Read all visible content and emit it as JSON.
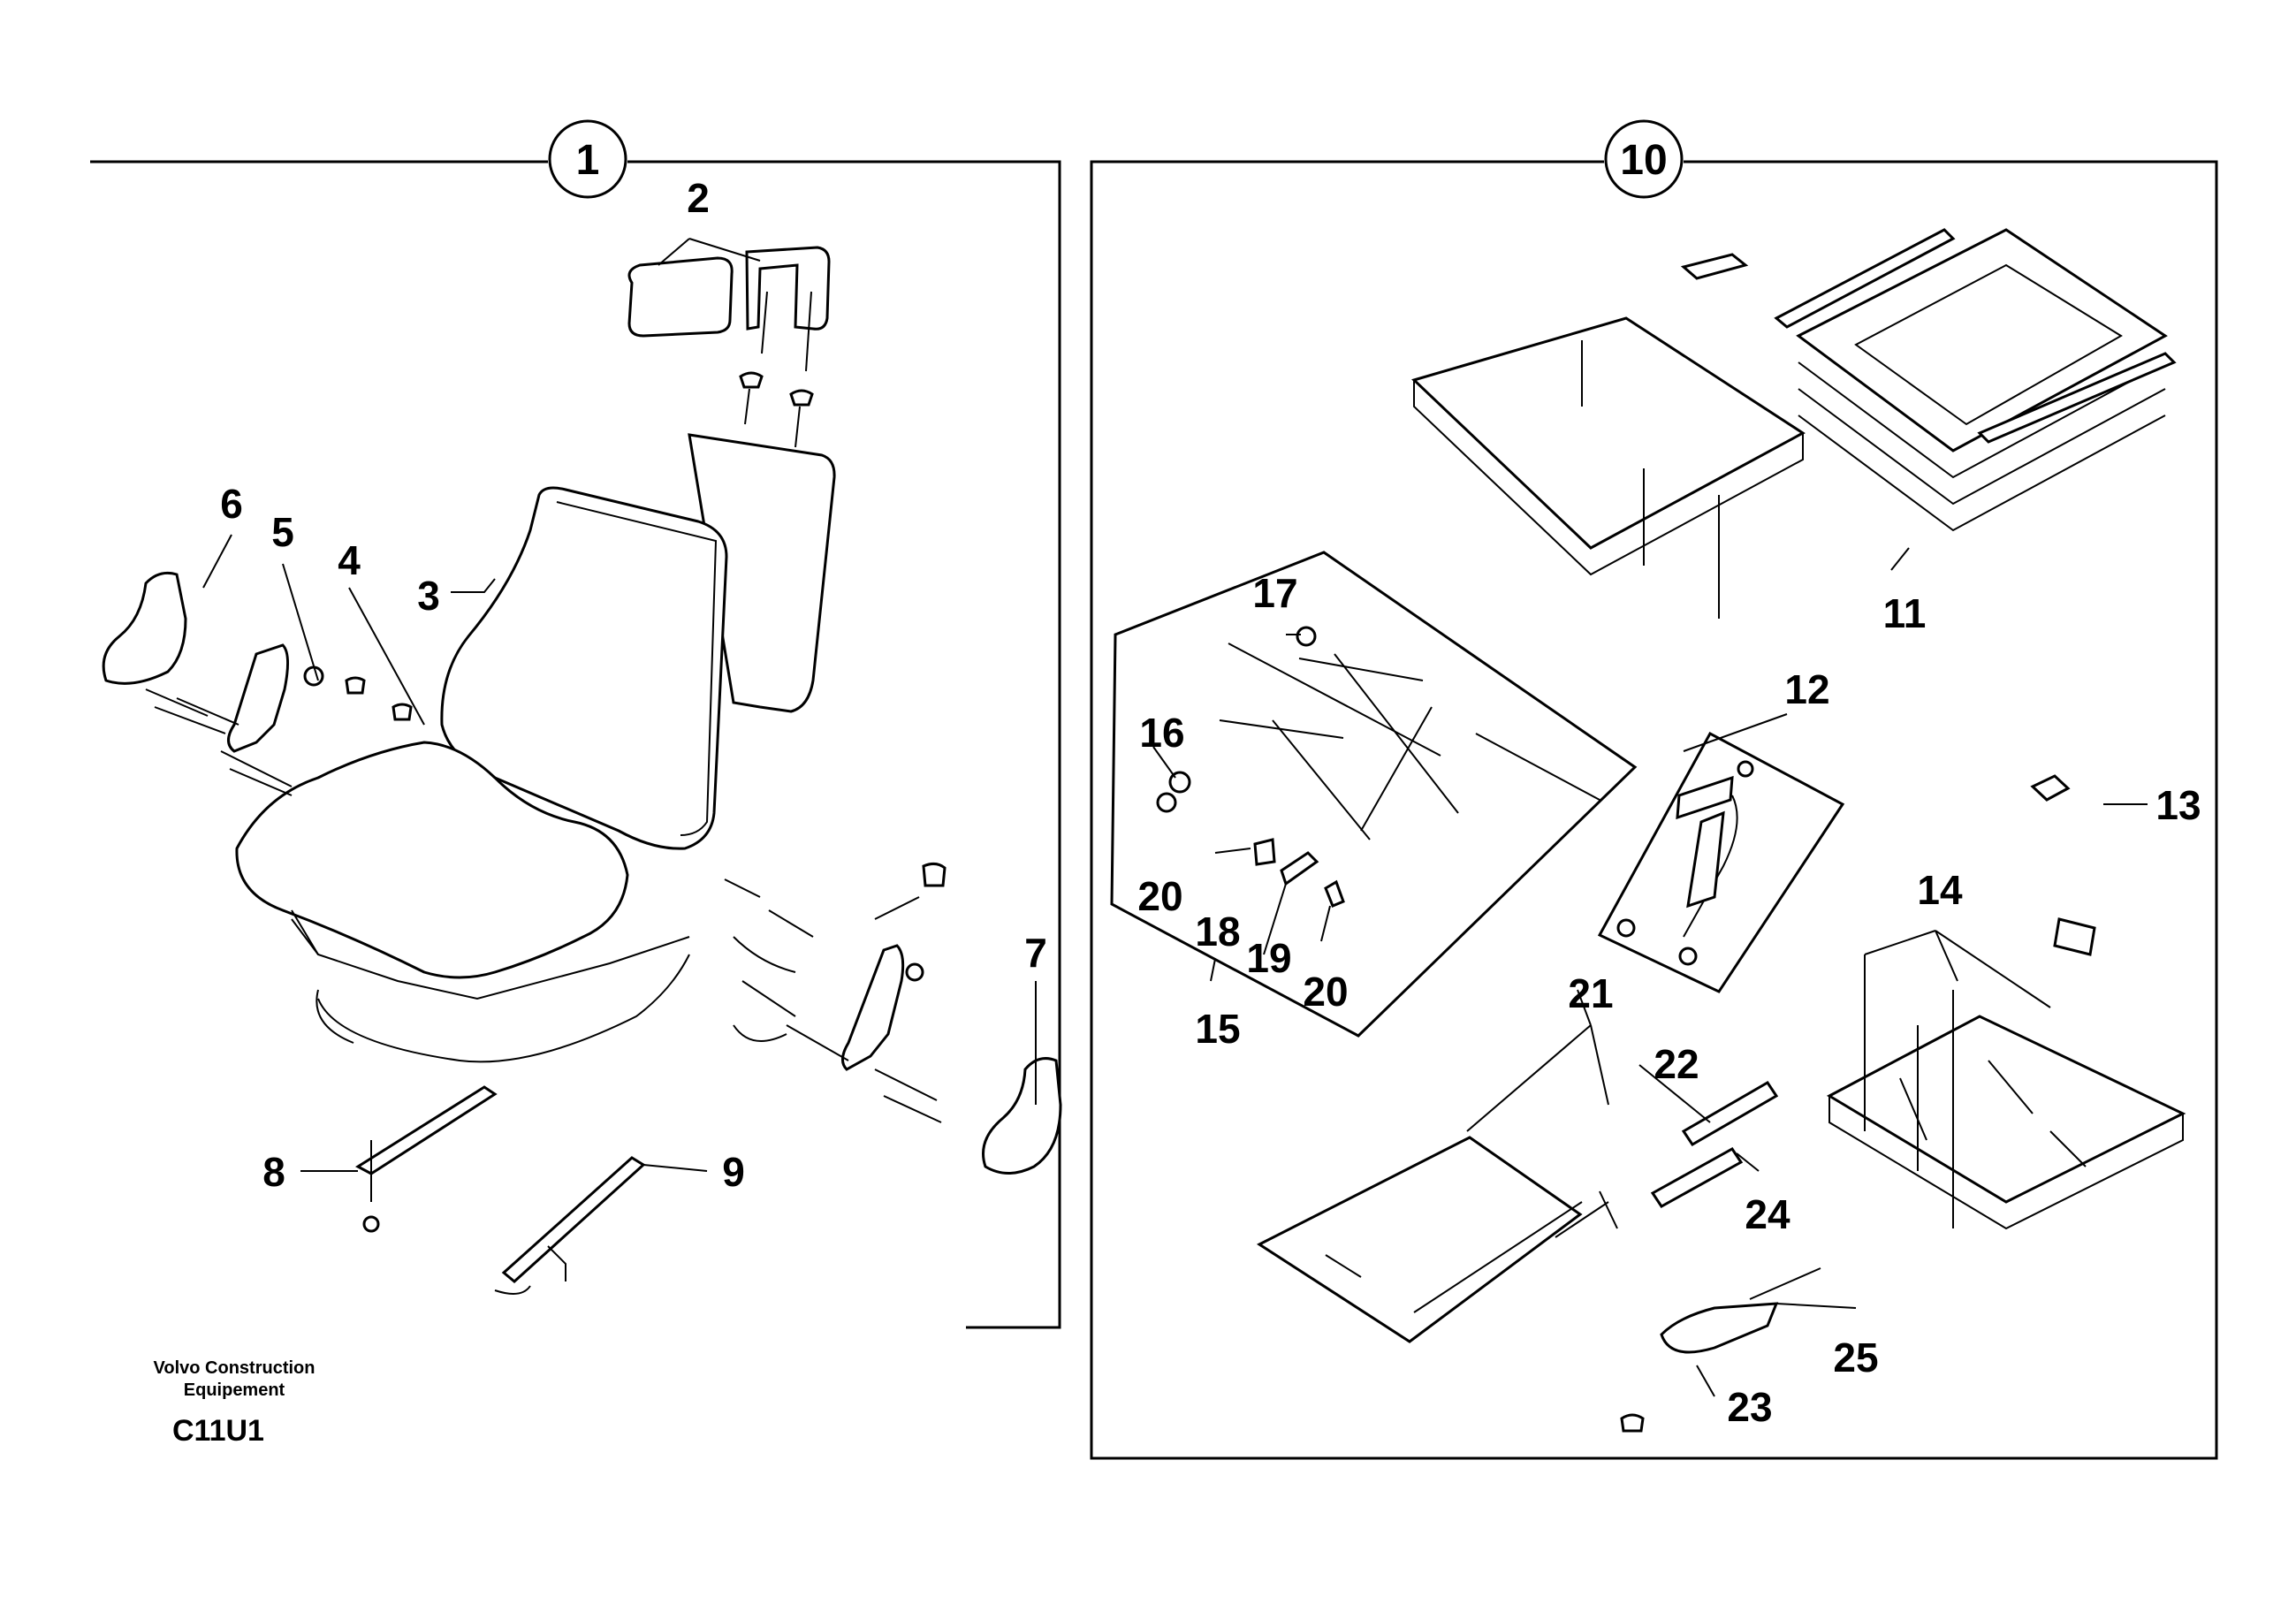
{
  "groups": [
    {
      "id": "1",
      "label": "1"
    },
    {
      "id": "10",
      "label": "10"
    }
  ],
  "callouts": [
    "2",
    "3",
    "4",
    "5",
    "6",
    "7",
    "8",
    "9",
    "11",
    "12",
    "13",
    "14",
    "15",
    "16",
    "17",
    "18",
    "19",
    "20",
    "20",
    "21",
    "22",
    "23",
    "24",
    "25"
  ],
  "footer": {
    "company_line1": "Volvo Construction",
    "company_line2": "Equipement",
    "figure_code": "C11U1"
  }
}
